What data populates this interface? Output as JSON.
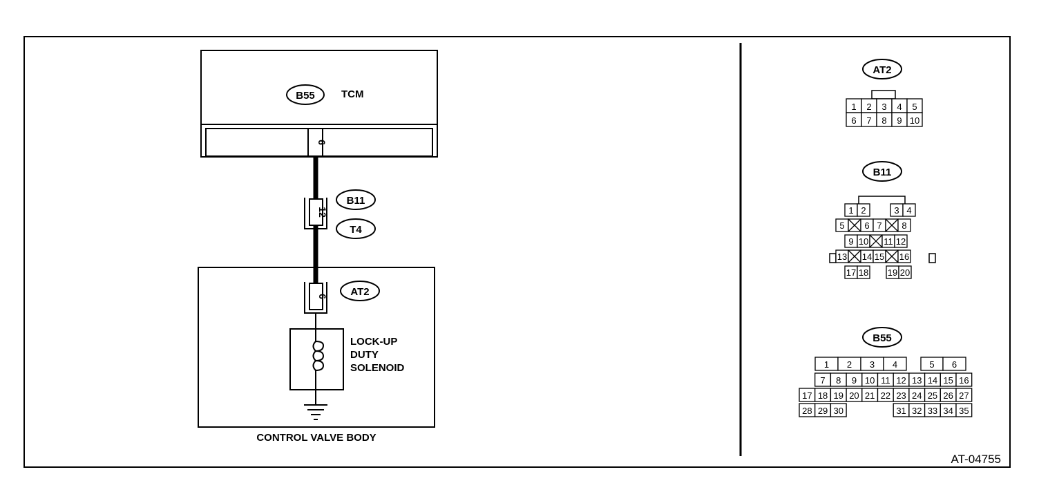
{
  "tcm": {
    "connector": "B55",
    "label": "TCM",
    "pin": "6"
  },
  "harness_connector": {
    "pin": "12",
    "labels": [
      "B11",
      "T4"
    ]
  },
  "valve_body": {
    "label": "CONTROL VALVE BODY",
    "connector": "AT2",
    "pin": "6",
    "solenoid_lines": [
      "LOCK-UP",
      "DUTY",
      "SOLENOID"
    ]
  },
  "connectors": {
    "at2": {
      "id": "AT2",
      "rows": [
        [
          "1",
          "2",
          "3",
          "4",
          "5"
        ],
        [
          "6",
          "7",
          "8",
          "9",
          "10"
        ]
      ]
    },
    "b11": {
      "id": "B11",
      "pins": [
        "1",
        "2",
        "3",
        "4",
        "5",
        "6",
        "7",
        "8",
        "9",
        "10",
        "11",
        "12",
        "13",
        "14",
        "15",
        "16",
        "17",
        "18",
        "19",
        "20"
      ]
    },
    "b55": {
      "id": "B55",
      "row1": [
        "1",
        "2",
        "3",
        "4",
        "5",
        "6"
      ],
      "row2": [
        "7",
        "8",
        "9",
        "10",
        "11",
        "12",
        "13",
        "14",
        "15",
        "16"
      ],
      "row3": [
        "17",
        "18",
        "19",
        "20",
        "21",
        "22",
        "23",
        "24",
        "25",
        "26",
        "27"
      ],
      "row4": [
        "28",
        "29",
        "30",
        "31",
        "32",
        "33",
        "34",
        "35"
      ]
    }
  },
  "figure_id": "AT-04755"
}
